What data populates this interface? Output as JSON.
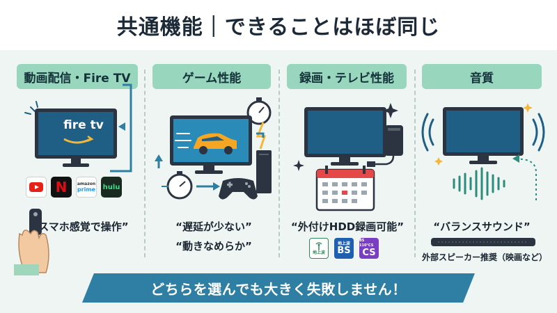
{
  "title": "共通機能｜できることはほぼ同じ",
  "columns": [
    {
      "heading": "動画配信・Fire TV",
      "screen_logo": "fire tv",
      "apps": [
        "amazon",
        "prime",
        "hulu"
      ],
      "caption": "“スマホ感覚で操作”"
    },
    {
      "heading": "ゲーム性能",
      "caption_lines": [
        "“遅延が少ない”",
        "“動きなめらか”"
      ]
    },
    {
      "heading": "録画・テレビ性能",
      "caption": "“外付けHDD録画可能”",
      "badges": [
        {
          "top": "地上波",
          "label": ""
        },
        {
          "top": "地上波",
          "label": "BS"
        },
        {
          "top": "BS 110°CS",
          "label": "CS"
        }
      ]
    },
    {
      "heading": "音質",
      "caption": "“バランスサウンド”",
      "note": "外部スピーカー推奨（映画など）"
    }
  ],
  "banner": "どちらを選んでも大きく失敗しません！",
  "colors": {
    "accent_green": "#98d6bd",
    "banner_blue": "#2e7fa3",
    "screen_blue": "#1f5f86",
    "tv_frame": "#2b3440"
  }
}
